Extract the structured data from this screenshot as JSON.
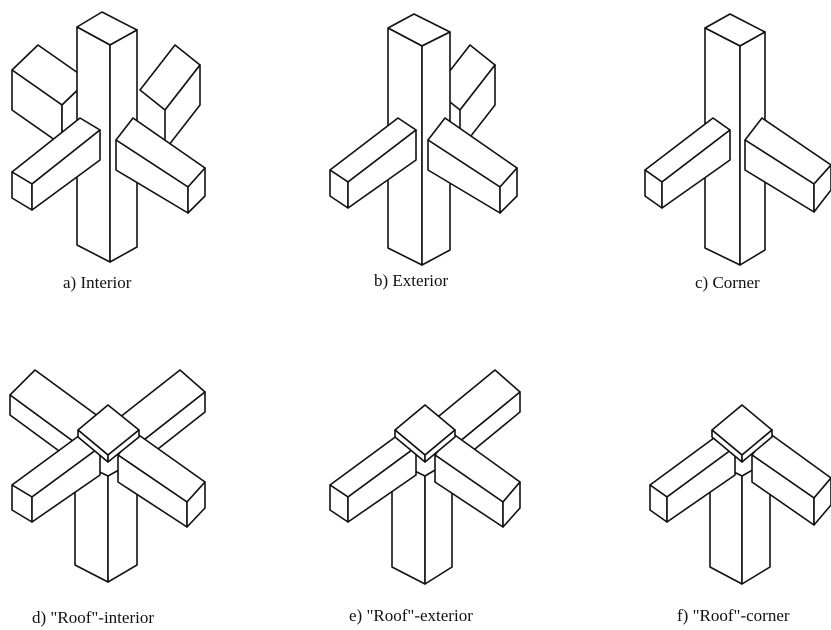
{
  "figure": {
    "panels": [
      {
        "id": "a",
        "caption": "a) Interior"
      },
      {
        "id": "b",
        "caption": "b) Exterior"
      },
      {
        "id": "c",
        "caption": "c) Corner"
      },
      {
        "id": "d",
        "caption": "d) \"Roof\"-interior"
      },
      {
        "id": "e",
        "caption": "e) \"Roof\"-exterior"
      },
      {
        "id": "f",
        "caption": "f) \"Roof\"-corner"
      }
    ]
  }
}
